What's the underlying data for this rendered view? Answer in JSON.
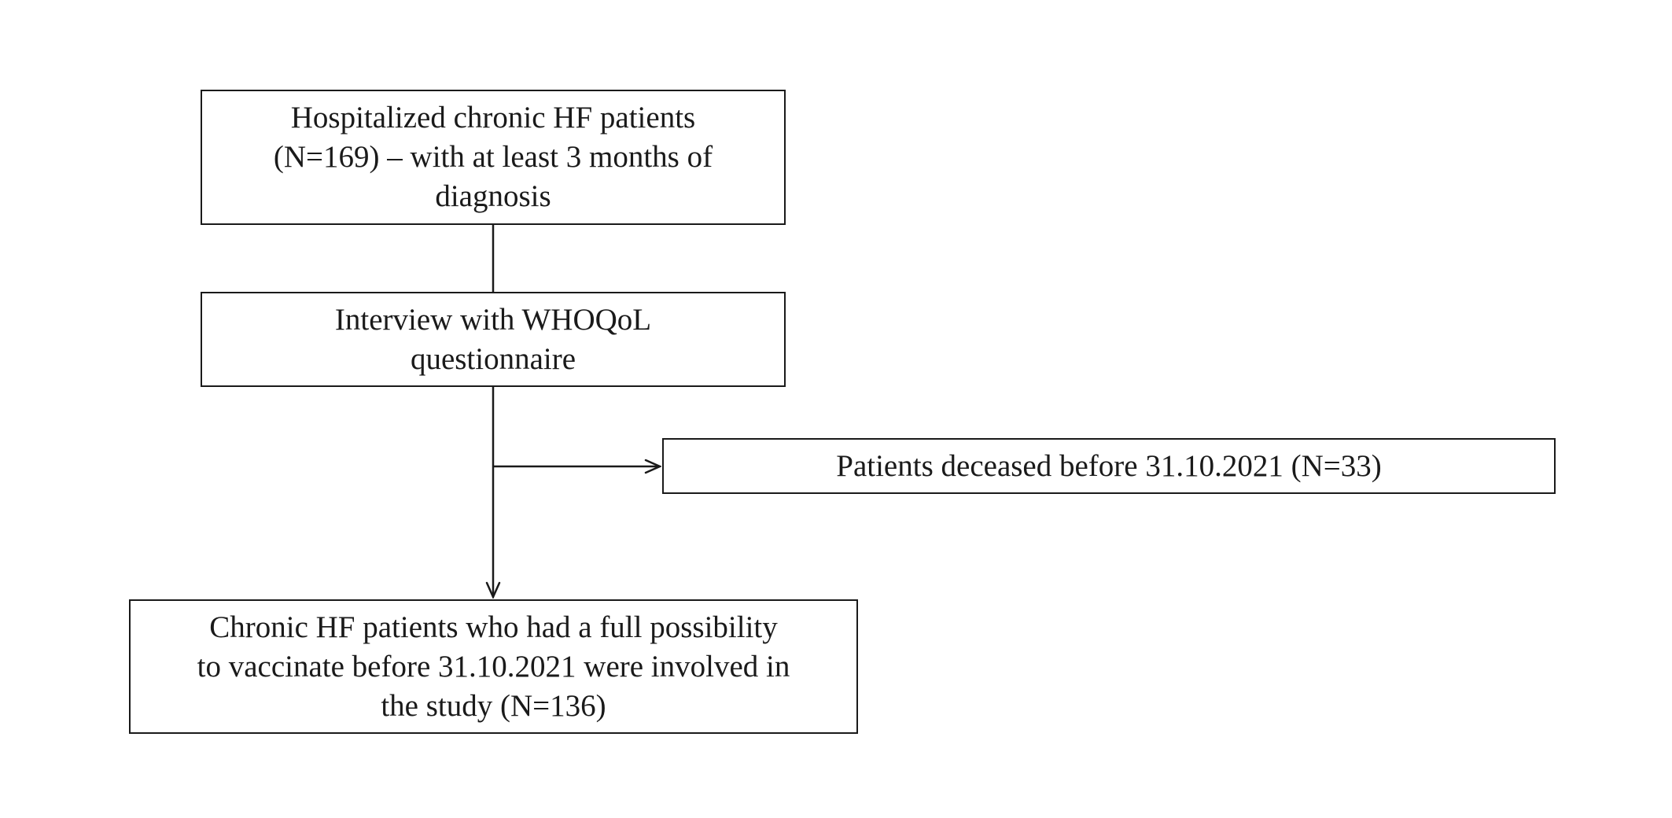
{
  "diagram": {
    "boxes": {
      "start": {
        "lines": [
          "Hospitalized chronic HF patients",
          "(N=169) – with at least 3 months of",
          "diagnosis"
        ]
      },
      "interview": {
        "lines": [
          "Interview with WHOQoL",
          "questionnaire"
        ]
      },
      "excluded": {
        "lines": [
          "Patients deceased before 31.10.2021 (N=33)"
        ]
      },
      "final": {
        "lines": [
          "Chronic HF patients who had a full possibility",
          "to vaccinate before 31.10.2021 were involved in",
          "the study (N=136)"
        ]
      }
    },
    "edges": [
      {
        "from": "start",
        "to": "interview",
        "arrow": false
      },
      {
        "from": "interview",
        "to": "excluded",
        "arrow": true
      },
      {
        "from": "interview",
        "to": "final",
        "arrow": true
      }
    ],
    "line_color": "#1a1a1a"
  }
}
